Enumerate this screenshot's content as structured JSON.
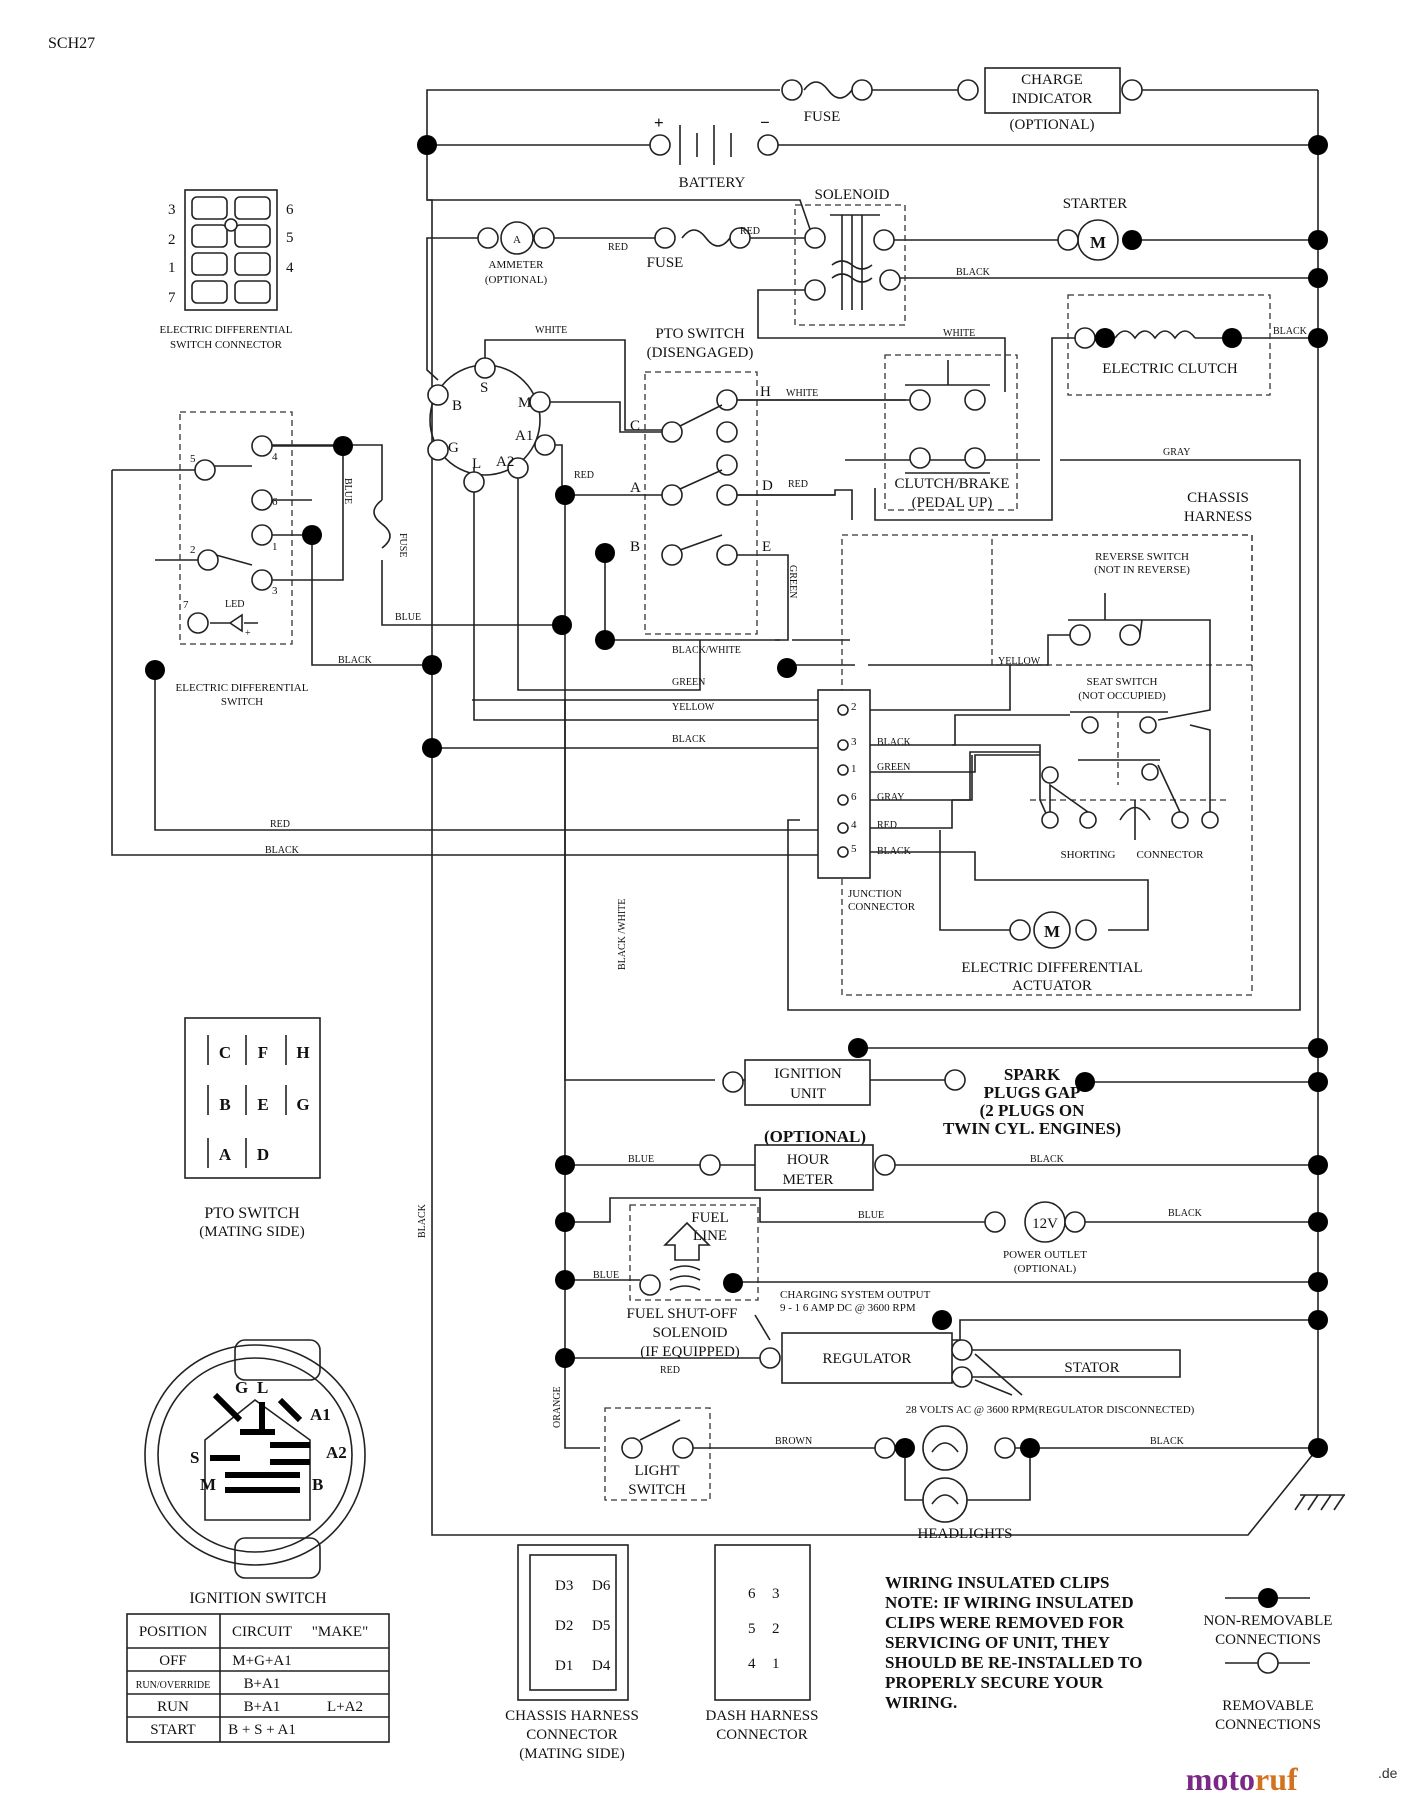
{
  "model_code": "SCH27",
  "labels": {
    "charge_indicator": [
      "CHARGE",
      "INDICATOR",
      "(OPTIONAL)"
    ],
    "fuse": "FUSE",
    "battery": "BATTERY",
    "plus": "+",
    "minus": "−",
    "solenoid": "SOLENOID",
    "starter": "STARTER",
    "motor_m": "M",
    "ammeter": [
      "AMMETER",
      "(OPTIONAL)"
    ],
    "ammeter_a": "A",
    "pto_switch_disengaged": [
      "PTO SWITCH",
      "(DISENGAGED)"
    ],
    "electric_clutch": "ELECTRIC CLUTCH",
    "clutch_brake": [
      "CLUTCH/BRAKE",
      "(PEDAL UP)"
    ],
    "chassis_harness": [
      "CHASSIS",
      "HARNESS"
    ],
    "reverse_switch": [
      "REVERSE SWITCH",
      "(NOT IN REVERSE)"
    ],
    "seat_switch": [
      "SEAT SWITCH",
      "(NOT OCCUPIED)"
    ],
    "shorting": "SHORTING",
    "connector": "CONNECTOR",
    "junction_connector": [
      "JUNCTION",
      "CONNECTOR"
    ],
    "ed_actuator": [
      "ELECTRIC DIFFERENTIAL",
      "ACTUATOR"
    ],
    "ed_switch": [
      "ELECTRIC DIFFERENTIAL",
      "SWITCH"
    ],
    "ed_switch_connector": [
      "ELECTRIC DIFFERENTIAL",
      "SWITCH CONNECTOR"
    ],
    "led": "LED",
    "ignition_unit": [
      "IGNITION",
      "UNIT"
    ],
    "spark_plugs": [
      "SPARK",
      "PLUGS GAP",
      "(2 PLUGS ON",
      "TWIN CYL. ENGINES)"
    ],
    "optional": "(OPTIONAL)",
    "hour_meter": [
      "HOUR",
      "METER"
    ],
    "fuel_line": [
      "FUEL",
      "LINE"
    ],
    "power_outlet": [
      "POWER OUTLET",
      "(OPTIONAL)"
    ],
    "outlet_12v": "12V",
    "fuel_solenoid": [
      "FUEL SHUT-OFF",
      "SOLENOID",
      "(IF EQUIPPED)"
    ],
    "charging_output": [
      "CHARGING SYSTEM OUTPUT",
      "9 - 1 6 AMP DC @ 3600 RPM"
    ],
    "regulator": "REGULATOR",
    "stator": "STATOR",
    "stator_ac": "28 VOLTS AC @ 3600 RPM(REGULATOR DISCONNECTED)",
    "light_switch": [
      "LIGHT",
      "SWITCH"
    ],
    "headlights": "HEADLIGHTS",
    "pto_switch_mating": [
      "PTO SWITCH",
      "(MATING SIDE)"
    ],
    "ignition_switch": "IGNITION SWITCH",
    "chassis_harness_connector": [
      "CHASSIS HARNESS",
      "CONNECTOR",
      "(MATING SIDE)"
    ],
    "dash_harness_connector": [
      "DASH HARNESS",
      "CONNECTOR"
    ],
    "note": [
      "WIRING INSULATED CLIPS",
      "NOTE:  IF WIRING INSULATED",
      "CLIPS WERE REMOVED FOR",
      "SERVICING OF UNIT, THEY",
      "SHOULD BE RE-INSTALLED TO",
      "PROPERLY SECURE YOUR",
      "WIRING."
    ],
    "non_removable": [
      "NON-REMOVABLE",
      "CONNECTIONS"
    ],
    "removable": [
      "REMOVABLE",
      "CONNECTIONS"
    ]
  },
  "wire_colors": {
    "red": "RED",
    "black": "BLACK",
    "white": "WHITE",
    "blue": "BLUE",
    "gray": "GRAY",
    "green": "GREEN",
    "yellow": "YELLOW",
    "black_white": "BLACK/WHITE",
    "black_white_v": "BLACK /WHITE",
    "orange": "ORANGE",
    "brown": "BROWN",
    "fuse_v": "FUSE"
  },
  "pto_terminals": [
    "C",
    "H",
    "A",
    "D",
    "B",
    "E"
  ],
  "ign_terminals": [
    "B",
    "S",
    "M",
    "G",
    "L",
    "A2",
    "A1"
  ],
  "ign_face": [
    "G",
    "L",
    "A1",
    "A2",
    "S",
    "M",
    "B"
  ],
  "junction_pins": [
    "2",
    "3",
    "1",
    "6",
    "4",
    "5"
  ],
  "junction_wires": [
    "",
    "BLACK",
    "GREEN",
    "GRAY",
    "RED",
    "BLACK"
  ],
  "eds_pins": [
    "5",
    "4",
    "6",
    "1",
    "2",
    "3",
    "7"
  ],
  "eds_conn_pins": [
    "3",
    "2",
    "1",
    "7",
    "6",
    "5",
    "4"
  ],
  "pto_mating_grid": [
    "C",
    "F",
    "H",
    "B",
    "E",
    "G",
    "A",
    "D"
  ],
  "chassis_conn_pins": [
    "D3",
    "D6",
    "D2",
    "D5",
    "D1",
    "D4"
  ],
  "dash_conn_pins": [
    "6",
    "3",
    "5",
    "2",
    "4",
    "1"
  ],
  "ignition_table": {
    "headers": [
      "POSITION",
      "CIRCUIT",
      "\"MAKE\""
    ],
    "rows": [
      [
        "OFF",
        "M+G+A1",
        ""
      ],
      [
        "RUN/OVERRIDE",
        "B+A1",
        ""
      ],
      [
        "RUN",
        "B+A1",
        "L+A2"
      ],
      [
        "START",
        "B + S + A1",
        ""
      ]
    ]
  },
  "brand": {
    "name_a": "moto",
    "name_b": "ruf",
    "tld": ".de"
  }
}
